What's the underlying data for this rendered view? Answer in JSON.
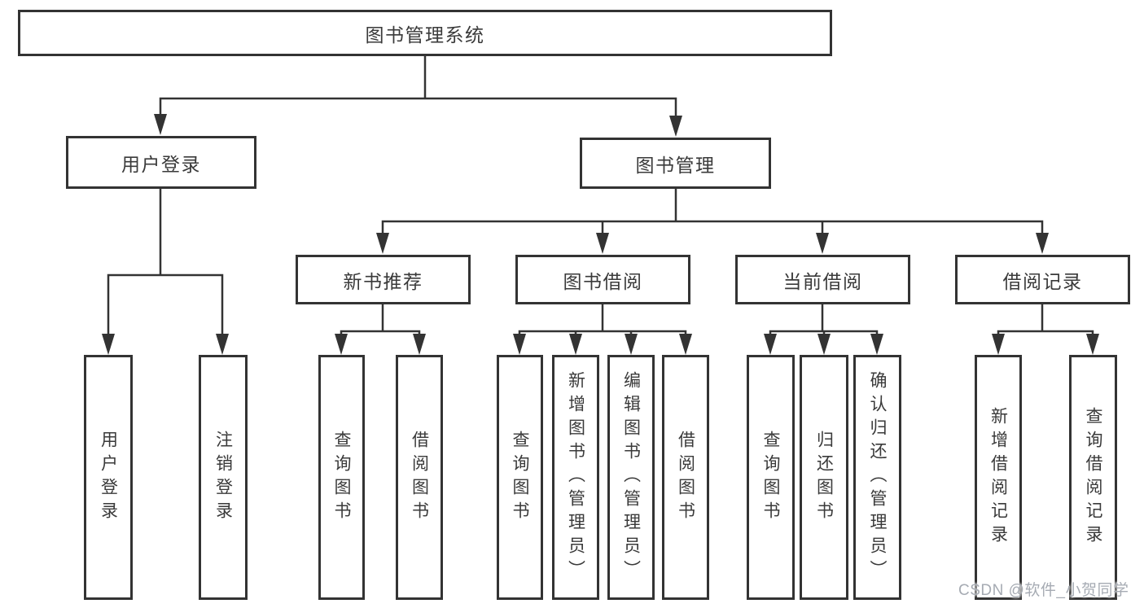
{
  "diagram": {
    "root": "图书管理系统",
    "user_login": {
      "label": "用户登录",
      "children": [
        "用户登录",
        "注销登录"
      ]
    },
    "book_management": {
      "label": "图书管理",
      "sections": [
        {
          "label": "新书推荐",
          "children": [
            "查询图书",
            "借阅图书"
          ]
        },
        {
          "label": "图书借阅",
          "children": [
            "查询图书",
            "新增图书（管理员）",
            "编辑图书（管理员）",
            "借阅图书"
          ]
        },
        {
          "label": "当前借阅",
          "children": [
            "查询图书",
            "归还图书",
            "确认归还（管理员）"
          ]
        },
        {
          "label": "借阅记录",
          "children": [
            "新增借阅记录",
            "查询借阅记录"
          ]
        }
      ]
    }
  },
  "watermark": "CSDN @软件_小贺同学",
  "colors": {
    "line": "#333333",
    "text": "#3a3a3a",
    "background": "#ffffff",
    "watermark": "#a6abb3"
  }
}
